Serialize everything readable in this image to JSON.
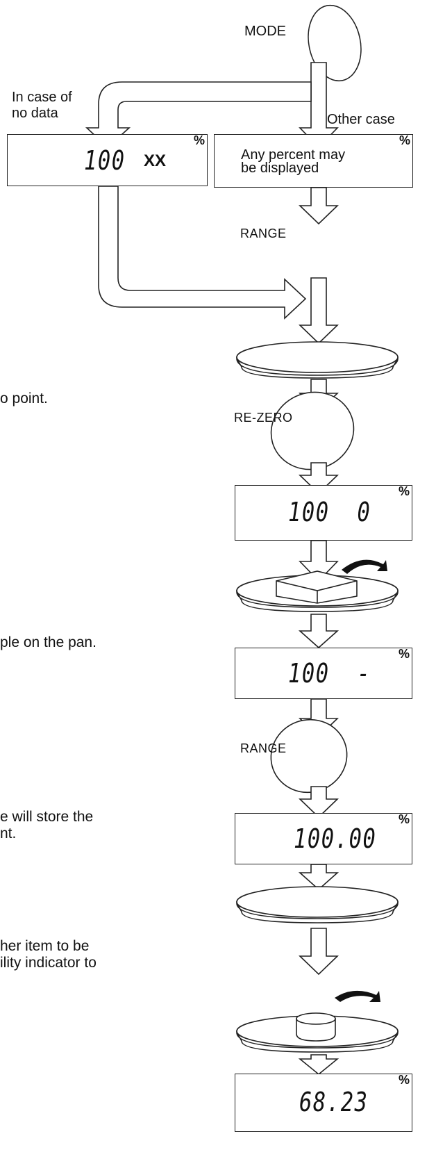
{
  "labels": {
    "mode": "MODE",
    "case_no_data": "In case of\nno data",
    "case_other": "Other case",
    "range": "RANGE",
    "rezero": "RE-ZERO",
    "percent_symbol": "%"
  },
  "displays": {
    "no_data_value": "100",
    "no_data_suffix": "XX",
    "other_case_text": "Any percent may\nbe displayed",
    "after_rezero": "100  0",
    "after_sample": "100  -",
    "after_range": "100.00",
    "final": "68.23"
  },
  "instructions": {
    "step_rezero_fragment": "o point.",
    "step_sample_fragment": "ple on the pan.",
    "step_store_fragment": "e will store the\nnt.",
    "step_item_fragment": "her item to be\nility indicator to"
  }
}
